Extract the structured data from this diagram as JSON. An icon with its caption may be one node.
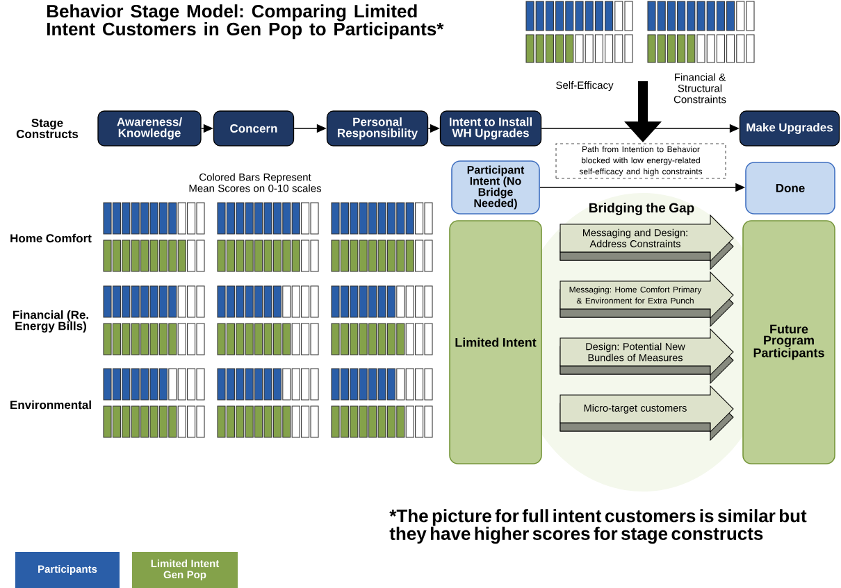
{
  "diagram": {
    "title": "Behavior Stage Model: Comparing Limited Intent Customers in Gen Pop to Participants*",
    "nodes": [
      {
        "text": [
          "Awareness/ Knowledge"
        ]
      },
      {
        "text": [
          "Concern"
        ]
      },
      {
        "text": [
          "Personal Responsibility"
        ]
      },
      {
        "text": [
          "Intent to Install WH Upgrades"
        ]
      },
      {
        "text": [
          "Make Upgrades"
        ]
      },
      {
        "text": [
          "Path from Intention to Behavior blocked with low energy-related self-efficacy and high constraints"
        ]
      },
      {
        "text": [
          "Participant Intent (No Bridge Needed)"
        ]
      },
      {
        "text": [
          "Done"
        ]
      },
      {
        "text": [
          "Limited Intent"
        ]
      },
      {
        "text": [
          "Messaging and Design: Address Constraints"
        ]
      },
      {
        "text": [
          "Messaging: Home Comfort Primary & Environment for Extra Punch"
        ]
      },
      {
        "text": [
          "Design: Potential New Bundles of Measures"
        ]
      },
      {
        "text": [
          "Micro-target customers"
        ]
      },
      {
        "text": [
          "Future Program Participants"
        ]
      }
    ],
    "edges": [
      {
        "from": 0,
        "to": 1,
        "arrow": "to"
      },
      {
        "from": 1,
        "to": 2,
        "arrow": "to"
      },
      {
        "from": 2,
        "to": 3,
        "arrow": "to"
      },
      {
        "from": 3,
        "to": 4,
        "arrow": "to"
      },
      {
        "from": 6,
        "to": 7,
        "arrow": "to"
      }
    ],
    "labels": [
      "Self-Efficacy",
      "Financial & Structural Constraints",
      "Stage Constructs",
      "Colored Bars Represent Mean Scores on 0-10 scales",
      "Home Comfort",
      "Financial (Re. Energy Bills)",
      "Environmental",
      "Bridging the Gap",
      "*The picture for full intent customers is similar but they have higher scores for stage constructs"
    ],
    "legend": [
      {
        "text": "Participants",
        "color": "#2a5ea8"
      },
      {
        "text": "Limited Intent Gen Pop",
        "color": "#84a24a"
      }
    ]
  }
}
